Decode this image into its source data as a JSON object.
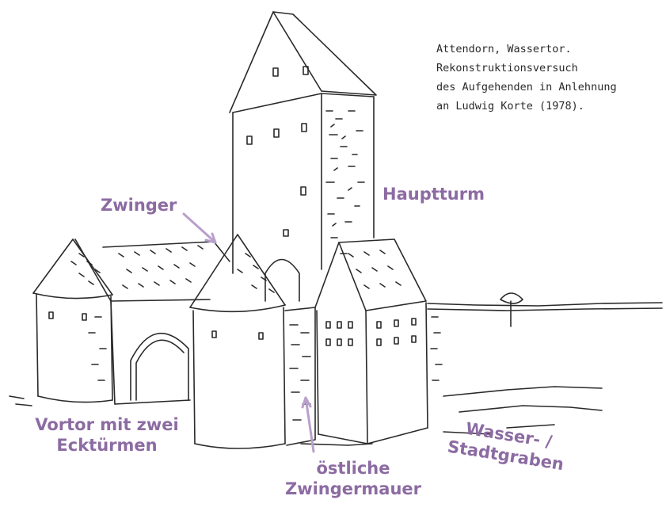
{
  "caption": {
    "lines": [
      "Attendorn, Wassertor.",
      "Rekonstruktionsversuch",
      "des Aufgehenden in Anlehnung",
      "an Ludwig Korte (1978)."
    ]
  },
  "labels": {
    "zwinger": "Zwinger",
    "hauptturm": "Hauptturm",
    "vortor_line1": "Vortor mit zwei",
    "vortor_line2": "Ecktürmen",
    "mauer_line1": "östliche",
    "mauer_line2": "Zwingermauer",
    "graben_line1": "Wasser- /",
    "graben_line2": "Stadtgraben"
  },
  "colors": {
    "label": "#8c6ba2",
    "ink": "#2a2a2a"
  }
}
